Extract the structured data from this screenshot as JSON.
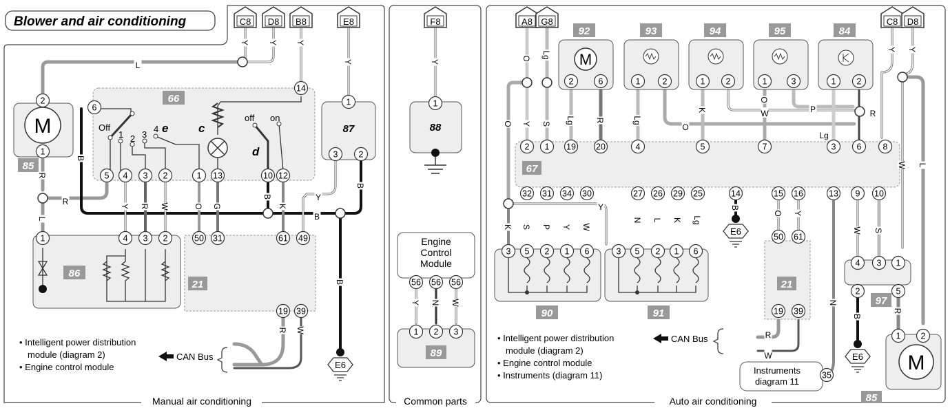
{
  "title": "Blower and air conditioning",
  "sections": {
    "manual": "Manual air conditioning",
    "common": "Common parts",
    "auto": "Auto air conditioning"
  },
  "connectors": {
    "c8": "C8",
    "d8": "D8",
    "b8": "B8",
    "e8": "E8",
    "f8": "F8",
    "a8": "A8",
    "g8": "G8",
    "c8_auto": "C8",
    "d8_auto": "D8",
    "e6": "E6",
    "e6_common": "E6",
    "e6_auto_a": "E6",
    "e6_auto_b": "E6"
  },
  "components": {
    "blower_motor": "85",
    "switch": "66",
    "relay": "87",
    "resistor_pack": "86",
    "ecm_manual": "21",
    "ground_88": "88",
    "ecm_connector": "89",
    "auto_control": "67",
    "motor_92": "92",
    "sensor_93": "93",
    "sensor_94": "94",
    "sensor_95": "95",
    "sensor_84": "84",
    "flap_90": "90",
    "flap_91": "91",
    "ecm_auto": "21",
    "module_97": "97",
    "blower_motor_auto": "85"
  },
  "switch_labels": {
    "off": "Off",
    "p1": "1",
    "p2": "2",
    "p3": "3",
    "p4": "4",
    "e": "e",
    "c": "c",
    "d": "d",
    "d_off": "off",
    "d_on": "on"
  },
  "motor_symbol": "M",
  "engine_control_module": [
    "Engine",
    "Control",
    "Module"
  ],
  "instruments_box": [
    "Instruments",
    "diagram 11"
  ],
  "can_bus": "CAN Bus",
  "notes_manual": [
    "• Intelligent power distribution",
    "module (diagram 2)",
    "• Engine control module"
  ],
  "notes_auto": [
    "• Intelligent power distribution",
    "module (diagram 2)",
    "• Engine control module",
    "• Instruments (diagram 11)"
  ],
  "pins": {
    "m2": "2",
    "m1": "1",
    "s6": "6",
    "s14": "14",
    "s5": "5",
    "s4": "4",
    "s3": "3",
    "s2": "2",
    "s1": "1",
    "s13": "13",
    "s10": "10",
    "s12": "12",
    "r1": "1",
    "r3": "3",
    "r2": "2",
    "k1": "1",
    "k4": "4",
    "k3": "3",
    "k2": "2",
    "e50": "50",
    "e31": "31",
    "e61": "61",
    "e49": "49",
    "e19": "19",
    "e39": "39",
    "g1": "1",
    "c56a": "56",
    "c56b": "56",
    "c56c": "56",
    "c1": "1",
    "c2": "2",
    "c3": "3",
    "a2": "2",
    "a1": "1",
    "a19": "19",
    "a20": "20",
    "a4": "4",
    "a5": "5",
    "a7": "7",
    "a3": "3",
    "a6": "6",
    "a8": "8",
    "m92a": "2",
    "m92b": "6",
    "s93a": "1",
    "s93b": "2",
    "s94a": "1",
    "s94b": "2",
    "s95a": "1",
    "s95b": "3",
    "s84a": "1",
    "s84b": "2",
    "b32": "32",
    "b31": "31",
    "b34": "34",
    "b30": "30",
    "b27": "27",
    "b26": "26",
    "b29": "29",
    "b25": "25",
    "b14": "14",
    "b15": "15",
    "b16": "16",
    "b13": "13",
    "b9": "9",
    "b10": "10",
    "f90a": "3",
    "f90b": "5",
    "f90c": "2",
    "f90d": "1",
    "f90e": "6",
    "f91a": "3",
    "f91b": "5",
    "f91c": "2",
    "f91d": "1",
    "f91e": "6",
    "ea50": "50",
    "ea61": "61",
    "ea19": "19",
    "ea39": "39",
    "i35": "35",
    "h4": "4",
    "h3": "3",
    "h1": "1",
    "h2": "2",
    "h5": "5",
    "ma1": "1",
    "ma2": "2"
  },
  "wires": {
    "L": "L",
    "Y": "Y",
    "R": "R",
    "B": "B",
    "W": "W",
    "O": "O",
    "G": "G",
    "K": "K",
    "N": "N",
    "Lg": "Lg",
    "S": "S",
    "P": "P"
  }
}
